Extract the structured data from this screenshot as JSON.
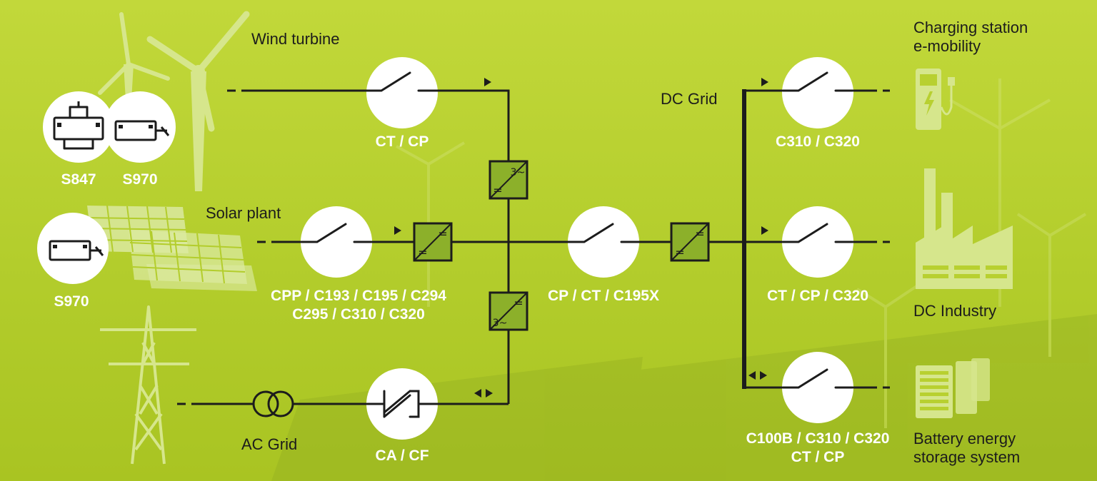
{
  "labels": {
    "wind_turbine": "Wind turbine",
    "solar_plant": "Solar plant",
    "ac_grid": "AC Grid",
    "dc_grid": "DC Grid",
    "charging_station_line1": "Charging station",
    "charging_station_line2": "e-mobility",
    "dc_industry": "DC Industry",
    "battery_line1": "Battery energy",
    "battery_line2": "storage system"
  },
  "devices": {
    "s847": "S847",
    "s970_top": "S970",
    "s970_bottom": "S970",
    "wind_switch": "CT / CP",
    "solar_switch_line1": "CPP / C193 / C195 / C294",
    "solar_switch_line2": "C295 / C310 / C320",
    "ac_switch": "CA / CF",
    "center_switch": "CP / CT / C195X",
    "charging_switch": "C310 / C320",
    "industry_switch": "CT / CP / C320",
    "battery_switch_line1": "C100B / C310 / C320",
    "battery_switch_line2": "CT / CP"
  },
  "converter_symbols": {
    "ac": "3~",
    "dc": "="
  },
  "colors": {
    "background": "#b8d030",
    "converter_fill": "#8cb02a",
    "line": "#1c1c1c",
    "circle": "#ffffff"
  }
}
